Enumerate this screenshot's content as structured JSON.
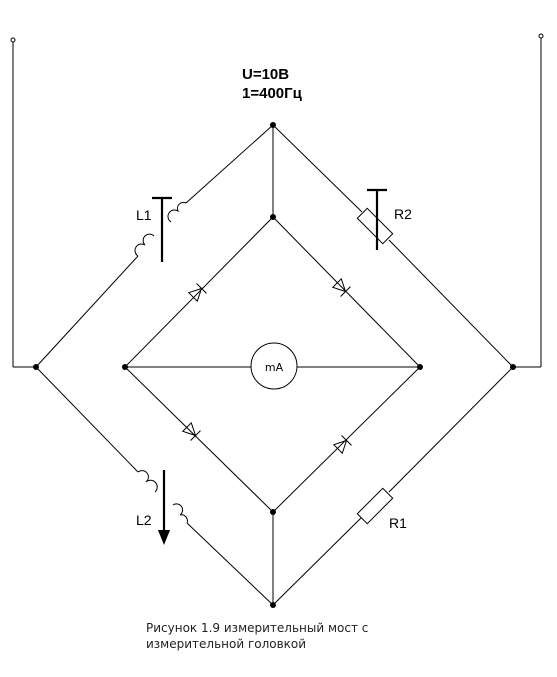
{
  "supply": {
    "voltage": "U=10В",
    "frequency": "1=400Гц"
  },
  "components": {
    "L1": "L1",
    "L2": "L2",
    "R1": "R1",
    "R2": "R2",
    "meter": "mA"
  },
  "caption": {
    "line1": "Рисунок 1.9 измерительный мост с",
    "line2": "измерительной головкой"
  }
}
